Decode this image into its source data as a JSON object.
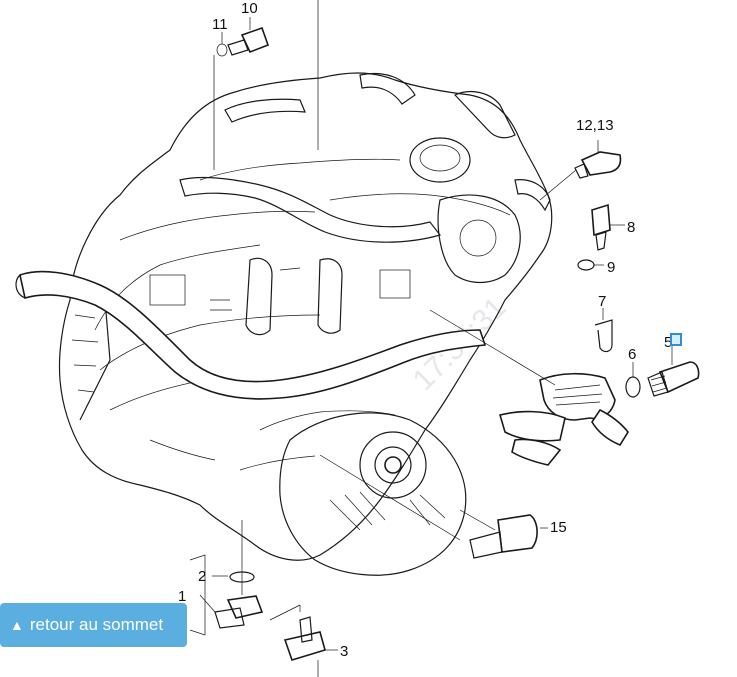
{
  "callouts": [
    {
      "id": "c1",
      "text": "1"
    },
    {
      "id": "c2",
      "text": "2"
    },
    {
      "id": "c3",
      "text": "3"
    },
    {
      "id": "c5",
      "text": "5"
    },
    {
      "id": "c6",
      "text": "6"
    },
    {
      "id": "c7",
      "text": "7"
    },
    {
      "id": "c8",
      "text": "8"
    },
    {
      "id": "c9",
      "text": "9"
    },
    {
      "id": "c10",
      "text": "10"
    },
    {
      "id": "c11",
      "text": "11"
    },
    {
      "id": "c1213",
      "text": "12,13"
    },
    {
      "id": "c15",
      "text": "15"
    }
  ],
  "watermark": "17:30:31",
  "back_to_top": {
    "label": "retour au sommet",
    "icon": "chevron-up-icon"
  },
  "colors": {
    "button": "#5aaee0",
    "highlight": "#2f8fd6"
  }
}
